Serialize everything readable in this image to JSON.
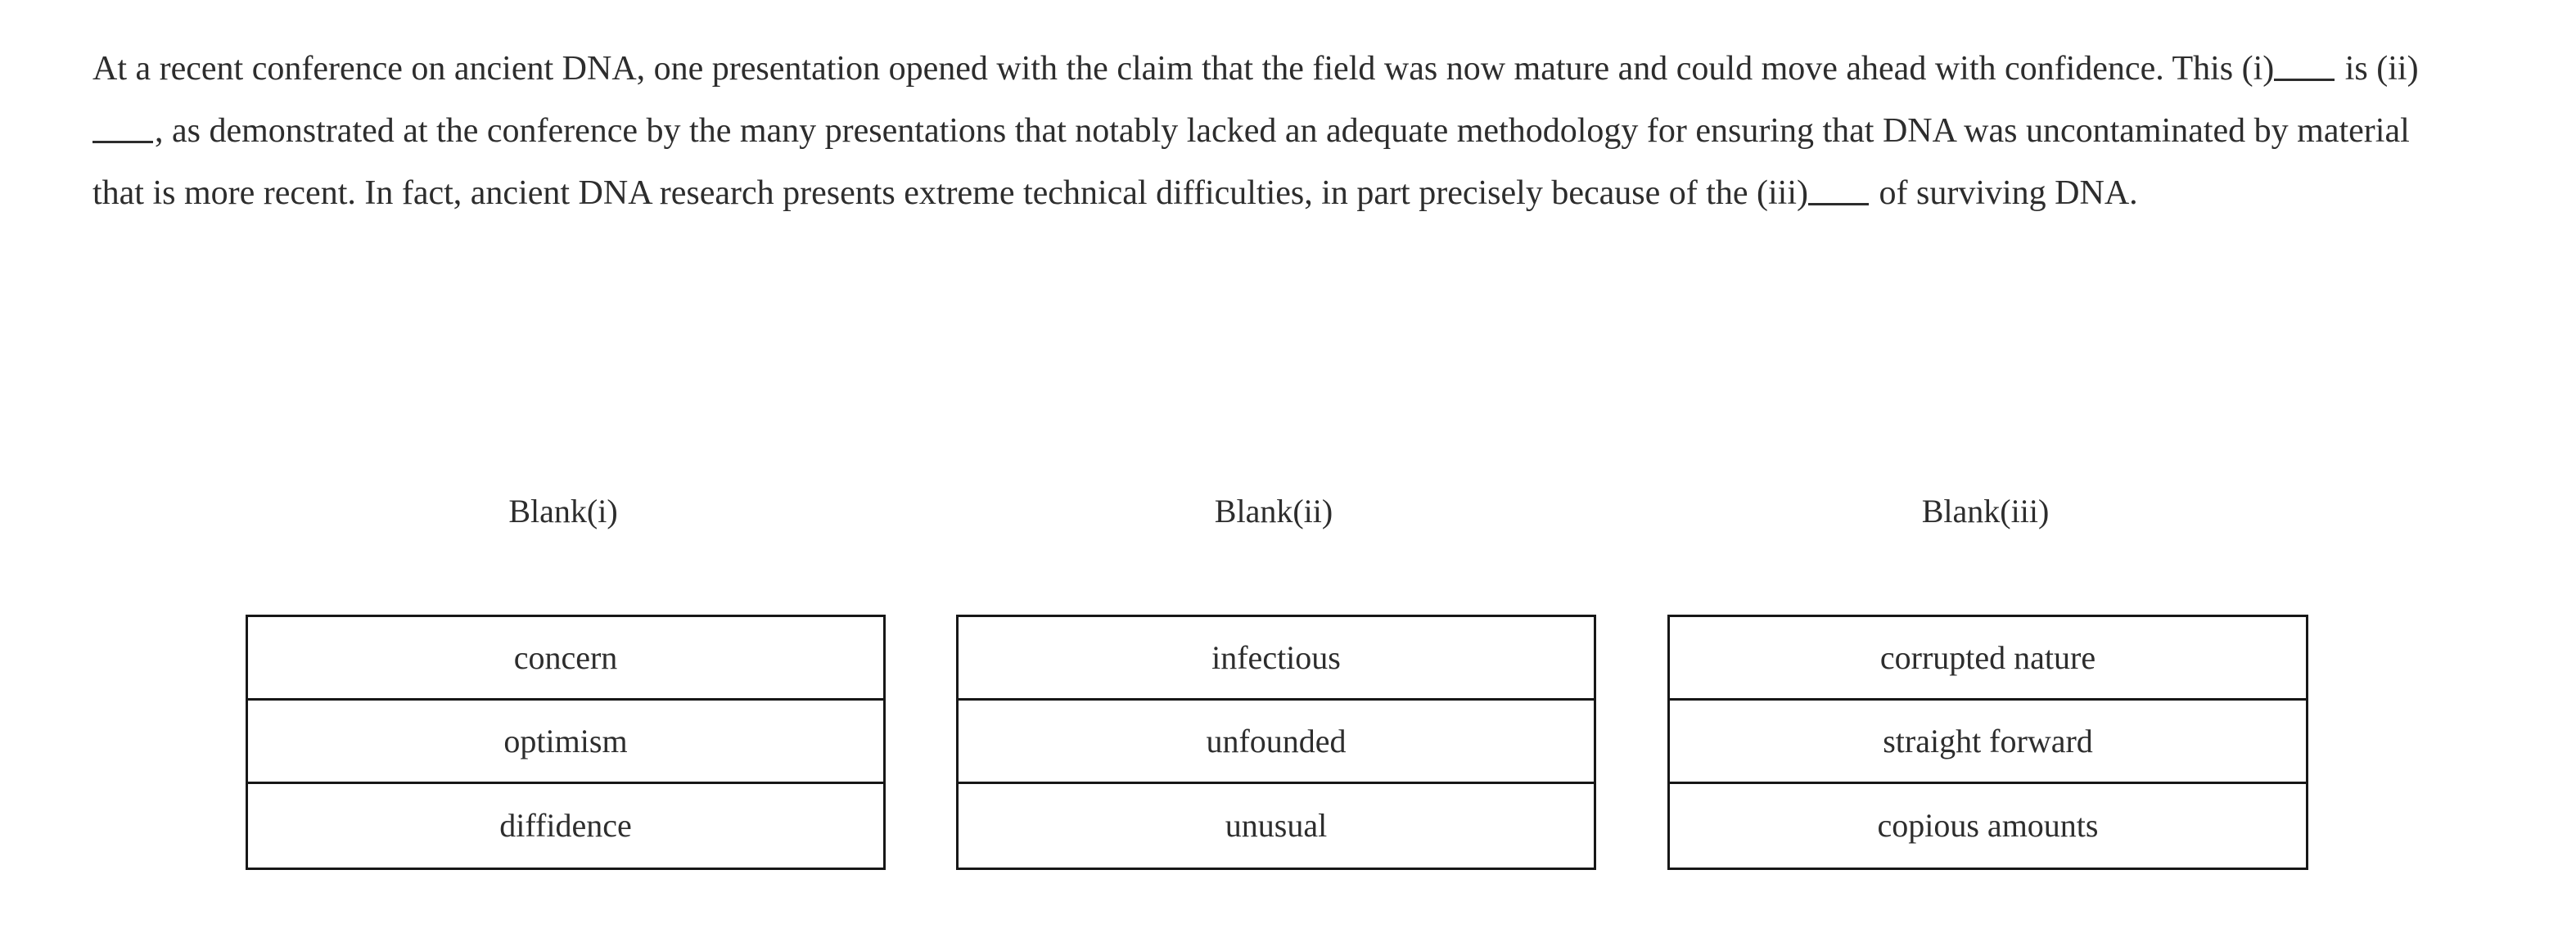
{
  "passage": {
    "segments": [
      {
        "type": "text",
        "value": "At a recent conference on ancient DNA, one presentation opened with the claim that the field was now mature and could move ahead with confidence. This (i)"
      },
      {
        "type": "blank",
        "value": ""
      },
      {
        "type": "text",
        "value": " is (ii)"
      },
      {
        "type": "blank",
        "value": ""
      },
      {
        "type": "text",
        "value": ", as demonstrated at the conference by the many presentations that notably lacked an adequate methodology for ensuring that DNA was uncontaminated by material that is more recent. In fact, ancient DNA research presents extreme technical difficulties, in part precisely because of the (iii)"
      },
      {
        "type": "blank",
        "value": ""
      },
      {
        "type": "text",
        "value": " of surviving DNA."
      }
    ],
    "full_text": "At a recent conference on ancient DNA, one presentation opened with the claim that the field was now mature and could move ahead with confidence. This (i)_____ is (ii)_____, as demonstrated at the conference by the many presentations that notably lacked an adequate methodology for ensuring that DNA was uncontaminated by material that is more recent. In fact, ancient DNA research presents extreme technical difficulties, in part precisely because of the (iii)_____ of surviving DNA."
  },
  "blanks": [
    {
      "id": "blank-i",
      "header": "Blank(i)",
      "options": [
        "concern",
        "optimism",
        "diffidence"
      ]
    },
    {
      "id": "blank-ii",
      "header": "Blank(ii)",
      "options": [
        "infectious",
        "unfounded",
        "unusual"
      ]
    },
    {
      "id": "blank-iii",
      "header": "Blank(iii)",
      "options": [
        "corrupted nature",
        "straight forward",
        "copious amounts"
      ]
    }
  ],
  "colors": {
    "text": "#2d2d2d",
    "border": "#171717",
    "background": "#ffffff"
  }
}
